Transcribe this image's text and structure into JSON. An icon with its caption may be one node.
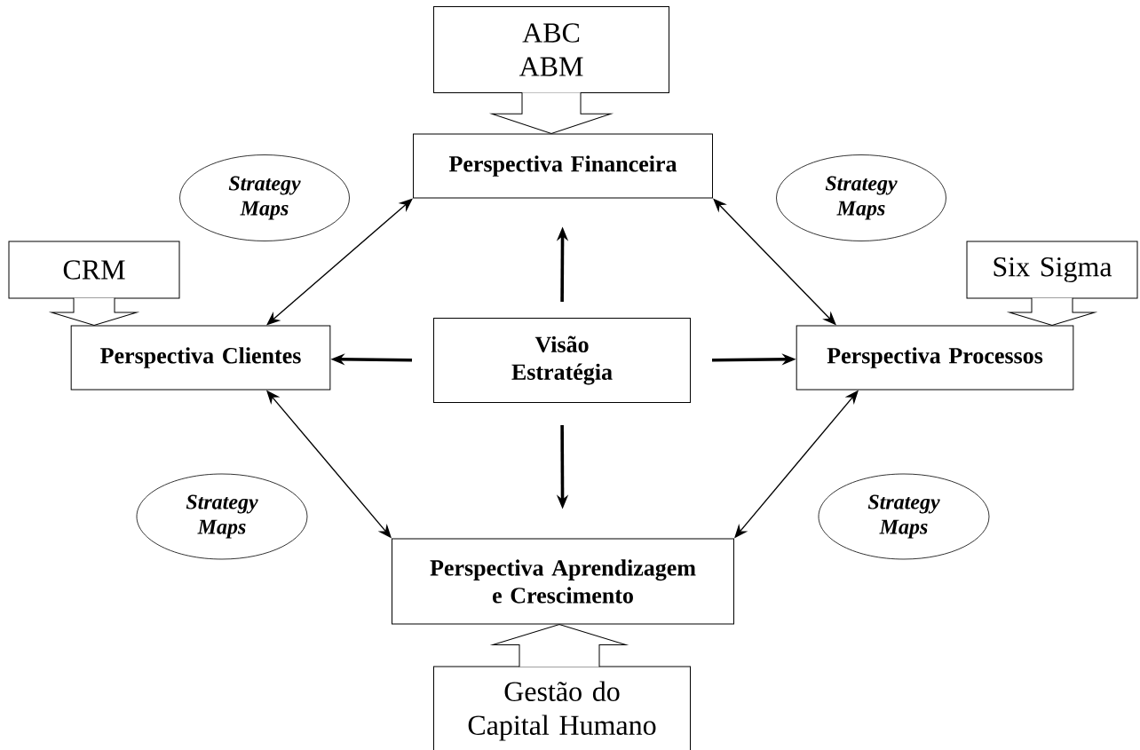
{
  "diagram": {
    "nodes": [
      {
        "text": [
          "Perspectiva Financeira"
        ]
      },
      {
        "text": [
          "ABC ABM"
        ]
      },
      {
        "text": [
          "Strategy Maps"
        ]
      },
      {
        "text": [
          "Strategy Maps"
        ]
      },
      {
        "text": [
          "CRM"
        ]
      },
      {
        "text": [
          "Perspectiva Clientes"
        ]
      },
      {
        "text": [
          "Visão Estratégia"
        ]
      },
      {
        "text": [
          "Perspectiva Processos"
        ]
      },
      {
        "text": [
          "Six Sigma"
        ]
      },
      {
        "text": [
          "Strategy Maps"
        ]
      },
      {
        "text": [
          "Strategy Maps"
        ]
      },
      {
        "text": [
          "Perspectiva Aprendizagem e Crescimento"
        ]
      },
      {
        "text": [
          "Gestão do Capital Humano"
        ]
      }
    ],
    "edges": [
      {
        "from": 6,
        "to": 0,
        "arrow": "to",
        "style": "thick"
      },
      {
        "from": 6,
        "to": 5,
        "arrow": "to",
        "style": "thick"
      },
      {
        "from": 6,
        "to": 7,
        "arrow": "to",
        "style": "thick"
      },
      {
        "from": 6,
        "to": 11,
        "arrow": "to",
        "style": "thick"
      },
      {
        "from": 0,
        "to": 5,
        "arrow": "both"
      },
      {
        "from": 0,
        "to": 7,
        "arrow": "both"
      },
      {
        "from": 5,
        "to": 11,
        "arrow": "both"
      },
      {
        "from": 7,
        "to": 11,
        "arrow": "both"
      },
      {
        "from": 1,
        "to": 0,
        "arrow": "to"
      },
      {
        "from": 4,
        "to": 5,
        "arrow": "to"
      },
      {
        "from": 8,
        "to": 7,
        "arrow": "to"
      },
      {
        "from": 12,
        "to": 11,
        "arrow": "to"
      }
    ]
  }
}
